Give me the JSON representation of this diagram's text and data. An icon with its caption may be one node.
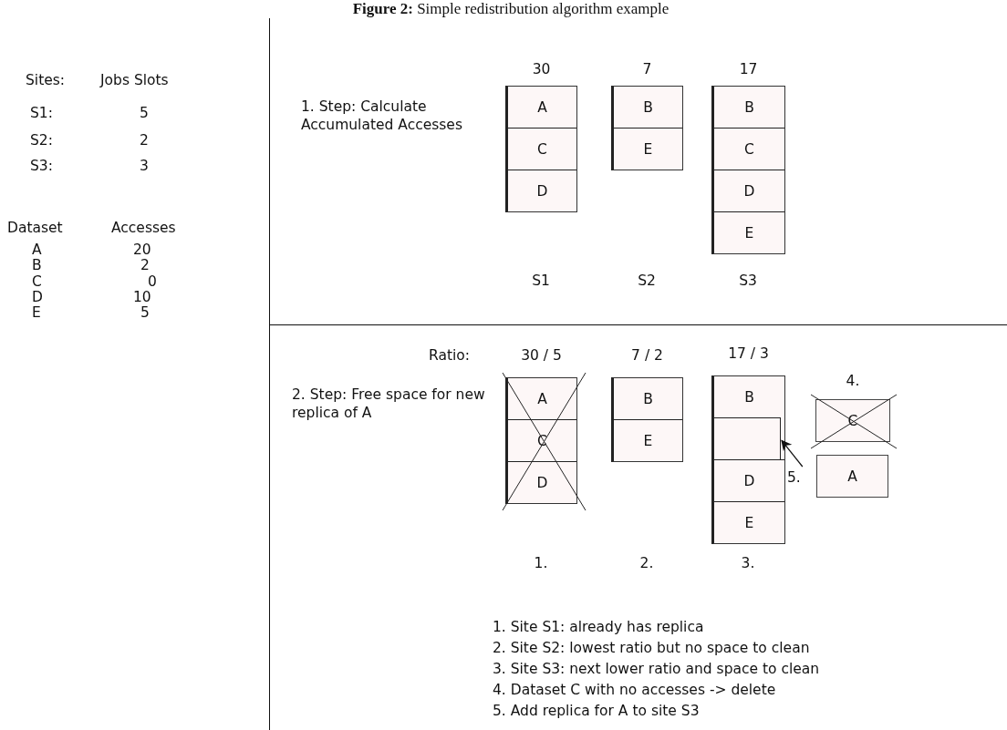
{
  "diagram": {
    "title": "**Figure 2:** Simple redistribution algorithm example",
    "nodes": [
      {
        "text": [
          "30"
        ]
      },
      {
        "text": [
          "A"
        ],
        "in": 0
      },
      {
        "text": [
          "C"
        ],
        "in": 0
      },
      {
        "text": [
          "D"
        ],
        "in": 0
      },
      {
        "text": [
          "7"
        ]
      },
      {
        "text": [
          "B"
        ],
        "in": 4
      },
      {
        "text": [
          "E"
        ],
        "in": 4
      },
      {
        "text": [
          "17"
        ]
      },
      {
        "text": [
          "B"
        ],
        "in": 7
      },
      {
        "text": [
          "C"
        ],
        "in": 7
      },
      {
        "text": [
          "D"
        ],
        "in": 7
      },
      {
        "text": [
          "E"
        ],
        "in": 7
      },
      {
        "text": [
          "30 / 5"
        ]
      },
      {
        "text": [
          "A"
        ],
        "in": 12
      },
      {
        "text": [
          "C"
        ],
        "in": 12
      },
      {
        "text": [
          "D"
        ],
        "in": 12
      },
      {
        "text": [
          "7 / 2"
        ]
      },
      {
        "text": [
          "B"
        ],
        "in": 16
      },
      {
        "text": [
          "E"
        ],
        "in": 16
      },
      {
        "text": [
          "17 / 3"
        ]
      },
      {
        "text": [
          "B"
        ],
        "in": 19
      },
      {
        "text": [],
        "shape": "box",
        "in": 19
      },
      {
        "text": [
          "D"
        ],
        "in": 19
      },
      {
        "text": [
          "E"
        ],
        "in": 19
      },
      {
        "text": [
          "4.",
          "C"
        ]
      },
      {
        "text": [
          "5."
        ]
      },
      {
        "text": [
          "A"
        ]
      }
    ],
    "edges": [
      {
        "from": 25,
        "to": 21,
        "arrow": "to"
      }
    ],
    "labels": [
      "Sites:",
      "Jobs Slots",
      "S1:",
      "5",
      "S2:",
      "2",
      "S3:",
      "3",
      "Dataset",
      "Accesses",
      "A",
      "20",
      "B",
      "2",
      "C",
      "0",
      "D",
      "10",
      "E",
      "5",
      "1. Step: Calculate Accumulated Accesses",
      "S1",
      "S2",
      "S3",
      "Ratio:",
      "2. Step: Free space for new replica of A",
      "1.",
      "2.",
      "3.",
      "1.  Site S1: already has replica",
      "2.  Site S2: lowest ratio but no space to clean",
      "3.  Site S3: next lower ratio and space to clean",
      "4.  Dataset C with no accesses -> delete",
      "5.  Add replica for A to site S3"
    ]
  }
}
